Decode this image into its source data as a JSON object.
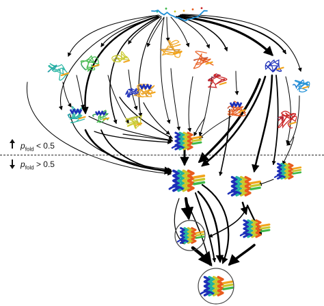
{
  "thresholds": {
    "upper": {
      "symbol": "p",
      "subscript": "fold",
      "relation": "< 0.5"
    },
    "lower": {
      "symbol": "p",
      "subscript": "fold",
      "relation": "> 0.5"
    }
  },
  "colors": {
    "arrow": "#000000",
    "divider": "#222222",
    "protein_palette": [
      "#1d2fb8",
      "#1f8fd6",
      "#22b3a0",
      "#3fb84a",
      "#c8c82a",
      "#f1a41c",
      "#e85b1c",
      "#c81e1e"
    ]
  },
  "icons": {
    "up_arrow": "arrow-up-icon",
    "down_arrow": "arrow-down-icon",
    "structure": "protein-structure-icon"
  }
}
